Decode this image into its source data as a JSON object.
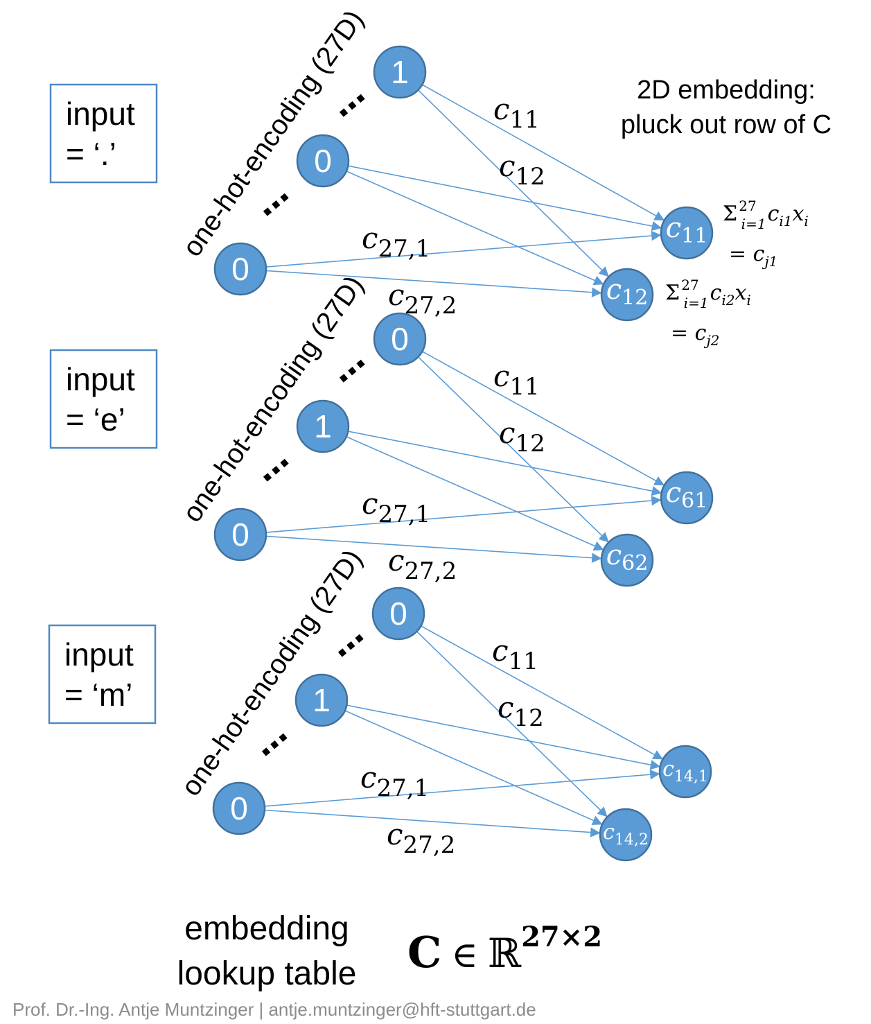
{
  "embedding_title": [
    "2D embedding:",
    "pluck out row of C"
  ],
  "encoding_label": "one-hot-encoding (27D)",
  "groups": [
    {
      "input_lines": [
        "input",
        "= ‘.’"
      ],
      "nodes": [
        "1",
        "0",
        "0"
      ],
      "outputs": [
        {
          "base": "c",
          "sub": "11"
        },
        {
          "base": "c",
          "sub": "12"
        }
      ],
      "weights": {
        "c11": {
          "base": "c",
          "sub": "11"
        },
        "c12": {
          "base": "c",
          "sub": "12"
        },
        "c27_1": {
          "base": "c",
          "sub": "27,1"
        },
        "c27_2": {
          "base": "c",
          "sub": "27,2"
        }
      }
    },
    {
      "input_lines": [
        "input",
        "= ‘e’"
      ],
      "nodes": [
        "0",
        "1",
        "0"
      ],
      "outputs": [
        {
          "base": "c",
          "sub": "61"
        },
        {
          "base": "c",
          "sub": "62"
        }
      ],
      "weights": {
        "c11": {
          "base": "c",
          "sub": "11"
        },
        "c12": {
          "base": "c",
          "sub": "12"
        },
        "c27_1": {
          "base": "c",
          "sub": "27,1"
        },
        "c27_2": {
          "base": "c",
          "sub": "27,2"
        }
      }
    },
    {
      "input_lines": [
        "input",
        "= ‘m’"
      ],
      "nodes": [
        "0",
        "1",
        "0"
      ],
      "outputs": [
        {
          "base": "c",
          "sub": "14,1"
        },
        {
          "base": "c",
          "sub": "14,2"
        }
      ],
      "weights": {
        "c11": {
          "base": "c",
          "sub": "11"
        },
        "c12": {
          "base": "c",
          "sub": "12"
        },
        "c27_1": {
          "base": "c",
          "sub": "27,1"
        },
        "c27_2": {
          "base": "c",
          "sub": "27,2"
        }
      }
    }
  ],
  "sum_formulas": [
    {
      "sigma": "Σ",
      "sup": "27",
      "sub": "i=1",
      "body_base": "c",
      "body_sub": "i1",
      "body_var": "x",
      "body_var_sub": "i",
      "result": "= c",
      "result_sub": "j1"
    },
    {
      "sigma": "Σ",
      "sup": "27",
      "sub": "i=1",
      "body_base": "c",
      "body_sub": "i2",
      "body_var": "x",
      "body_var_sub": "i",
      "result": "= c",
      "result_sub": "j2"
    }
  ],
  "ellipsis": "⋯",
  "lookup_label": [
    "embedding",
    "lookup table"
  ],
  "lookup_formula": {
    "matrix": "C",
    "in": "∈",
    "set": "ℝ",
    "exponent": "27×2"
  },
  "footer": "Prof. Dr.-Ing. Antje Muntzinger | antje.muntzinger@hft-stuttgart.de",
  "colors": {
    "node_fill": "#5b9bd5",
    "node_stroke": "#41719c",
    "edge": "#5b9bd5",
    "box_border": "#4f89c6",
    "footer": "#8c8c8c"
  }
}
